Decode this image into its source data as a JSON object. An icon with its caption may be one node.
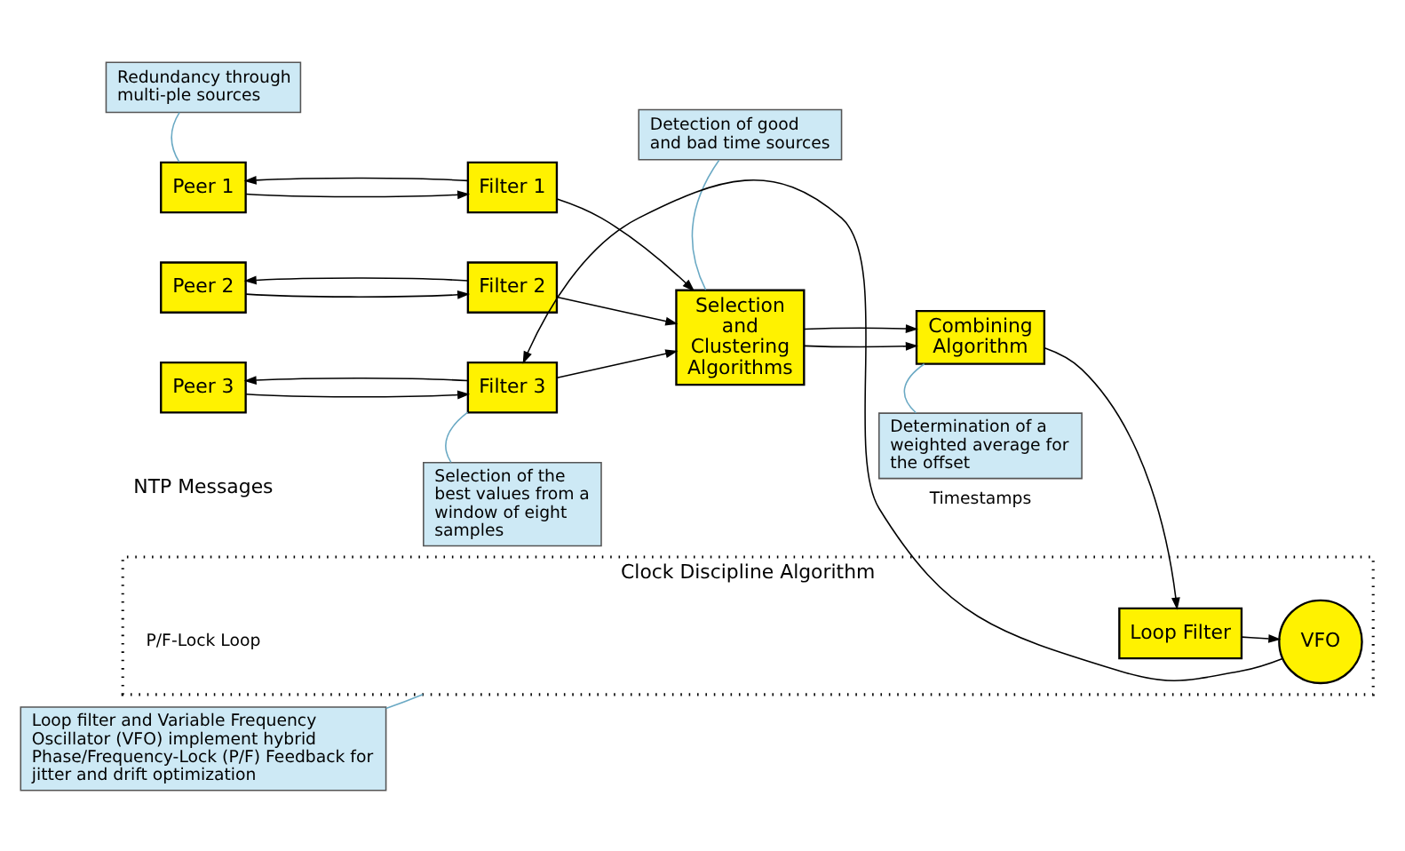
{
  "diagram": {
    "nodes": [
      {
        "text": [
          "Redundancy through multi-ple sources"
        ]
      },
      {
        "text": [
          "Detection of good and bad time sources"
        ]
      },
      {
        "text": [
          "Peer 1"
        ]
      },
      {
        "text": [
          "Filter 1"
        ]
      },
      {
        "text": [
          "Peer 2"
        ]
      },
      {
        "text": [
          "Filter 2"
        ]
      },
      {
        "text": [
          "Peer 3"
        ]
      },
      {
        "text": [
          "Filter 3"
        ]
      },
      {
        "text": [
          "Selection and Clustering Algorithms"
        ]
      },
      {
        "text": [
          "Combining Algorithm"
        ]
      },
      {
        "text": [
          "Clock Discipline Algorithm"
        ]
      },
      {
        "text": [
          "Loop Filter"
        ],
        "in": 10
      },
      {
        "text": [
          "VFO"
        ],
        "in": 10
      },
      {
        "text": [
          "Selection of the best values from a window of eight samples"
        ]
      },
      {
        "text": [
          "Determination of a weighted average for the offset"
        ]
      },
      {
        "text": [
          "Loop filter and Variable Frequency Oscillator (VFO) implement hybrid Phase/Frequency-Lock (P/F) Feedback for jitter and drift optimization"
        ]
      }
    ],
    "edges": [
      {
        "from": 0,
        "to": 2,
        "arrow": "none",
        "color": "#6aa9c4"
      },
      {
        "from": 1,
        "to": 8,
        "arrow": "none",
        "color": "#6aa9c4"
      },
      {
        "from": 3,
        "to": 2,
        "arrow": "to"
      },
      {
        "from": 2,
        "to": 3,
        "arrow": "to"
      },
      {
        "from": 5,
        "to": 4,
        "arrow": "to"
      },
      {
        "from": 4,
        "to": 5,
        "arrow": "to"
      },
      {
        "from": 7,
        "to": 6,
        "arrow": "to"
      },
      {
        "from": 6,
        "to": 7,
        "arrow": "to"
      },
      {
        "from": 3,
        "to": 8,
        "arrow": "to"
      },
      {
        "from": 5,
        "to": 8,
        "arrow": "to"
      },
      {
        "from": 7,
        "to": 8,
        "arrow": "to"
      },
      {
        "from": 8,
        "to": 9,
        "arrow": "to"
      },
      {
        "from": 8,
        "to": 9,
        "arrow": "to"
      },
      {
        "from": 9,
        "to": 11,
        "arrow": "to"
      },
      {
        "from": 11,
        "to": 12,
        "arrow": "to"
      },
      {
        "from": 12,
        "to": 7,
        "arrow": "to",
        "label": "Timestamps"
      },
      {
        "from": 13,
        "to": 7,
        "arrow": "none",
        "color": "#6aa9c4"
      },
      {
        "from": 14,
        "to": 9,
        "arrow": "none",
        "color": "#6aa9c4"
      },
      {
        "from": 15,
        "to": 10,
        "arrow": "none",
        "color": "#6aa9c4"
      }
    ],
    "labels": [
      "NTP Messages",
      "P/F-Lock Loop"
    ]
  }
}
